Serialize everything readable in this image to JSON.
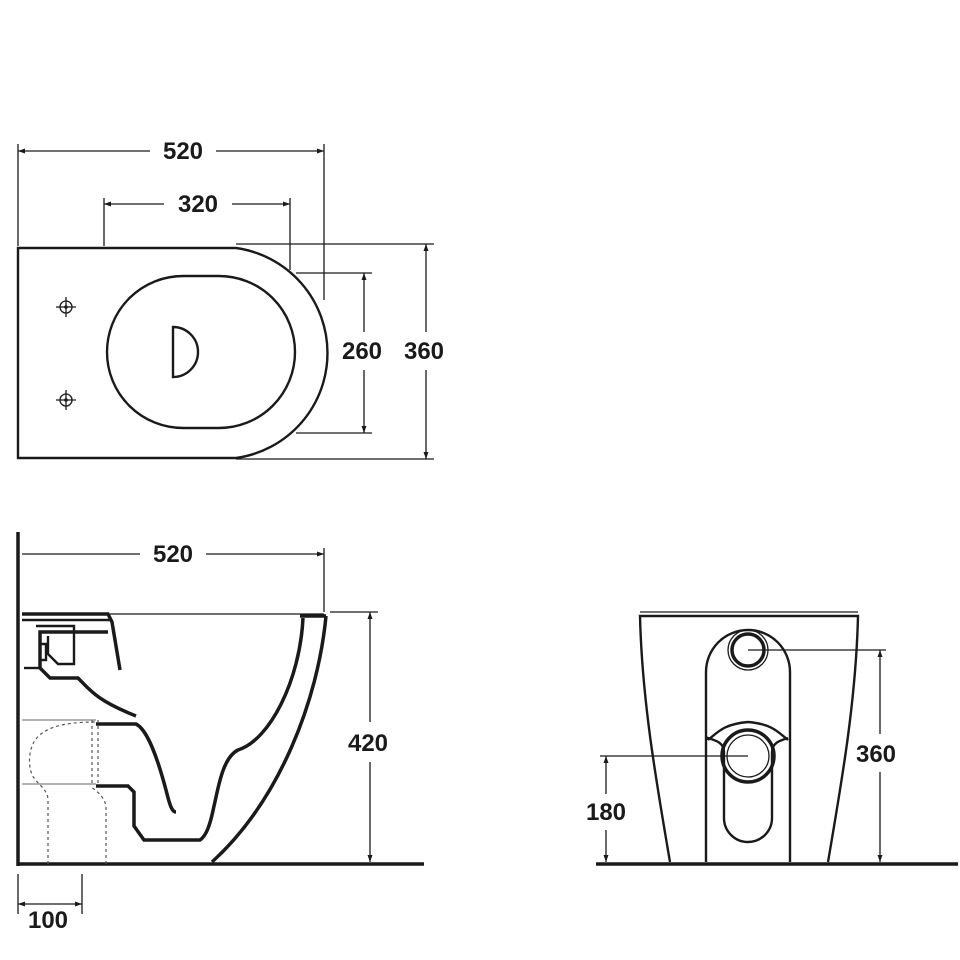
{
  "top_view": {
    "overall_length": "520",
    "seat_length": "320",
    "bowl_width": "260",
    "overall_width": "360"
  },
  "side_view": {
    "overall_length": "520",
    "height": "420",
    "outlet_distance": "100"
  },
  "rear_view": {
    "inlet_height": "360",
    "outlet_height": "180"
  },
  "colors": {
    "line": "#1a1a1a",
    "background": "#ffffff"
  }
}
